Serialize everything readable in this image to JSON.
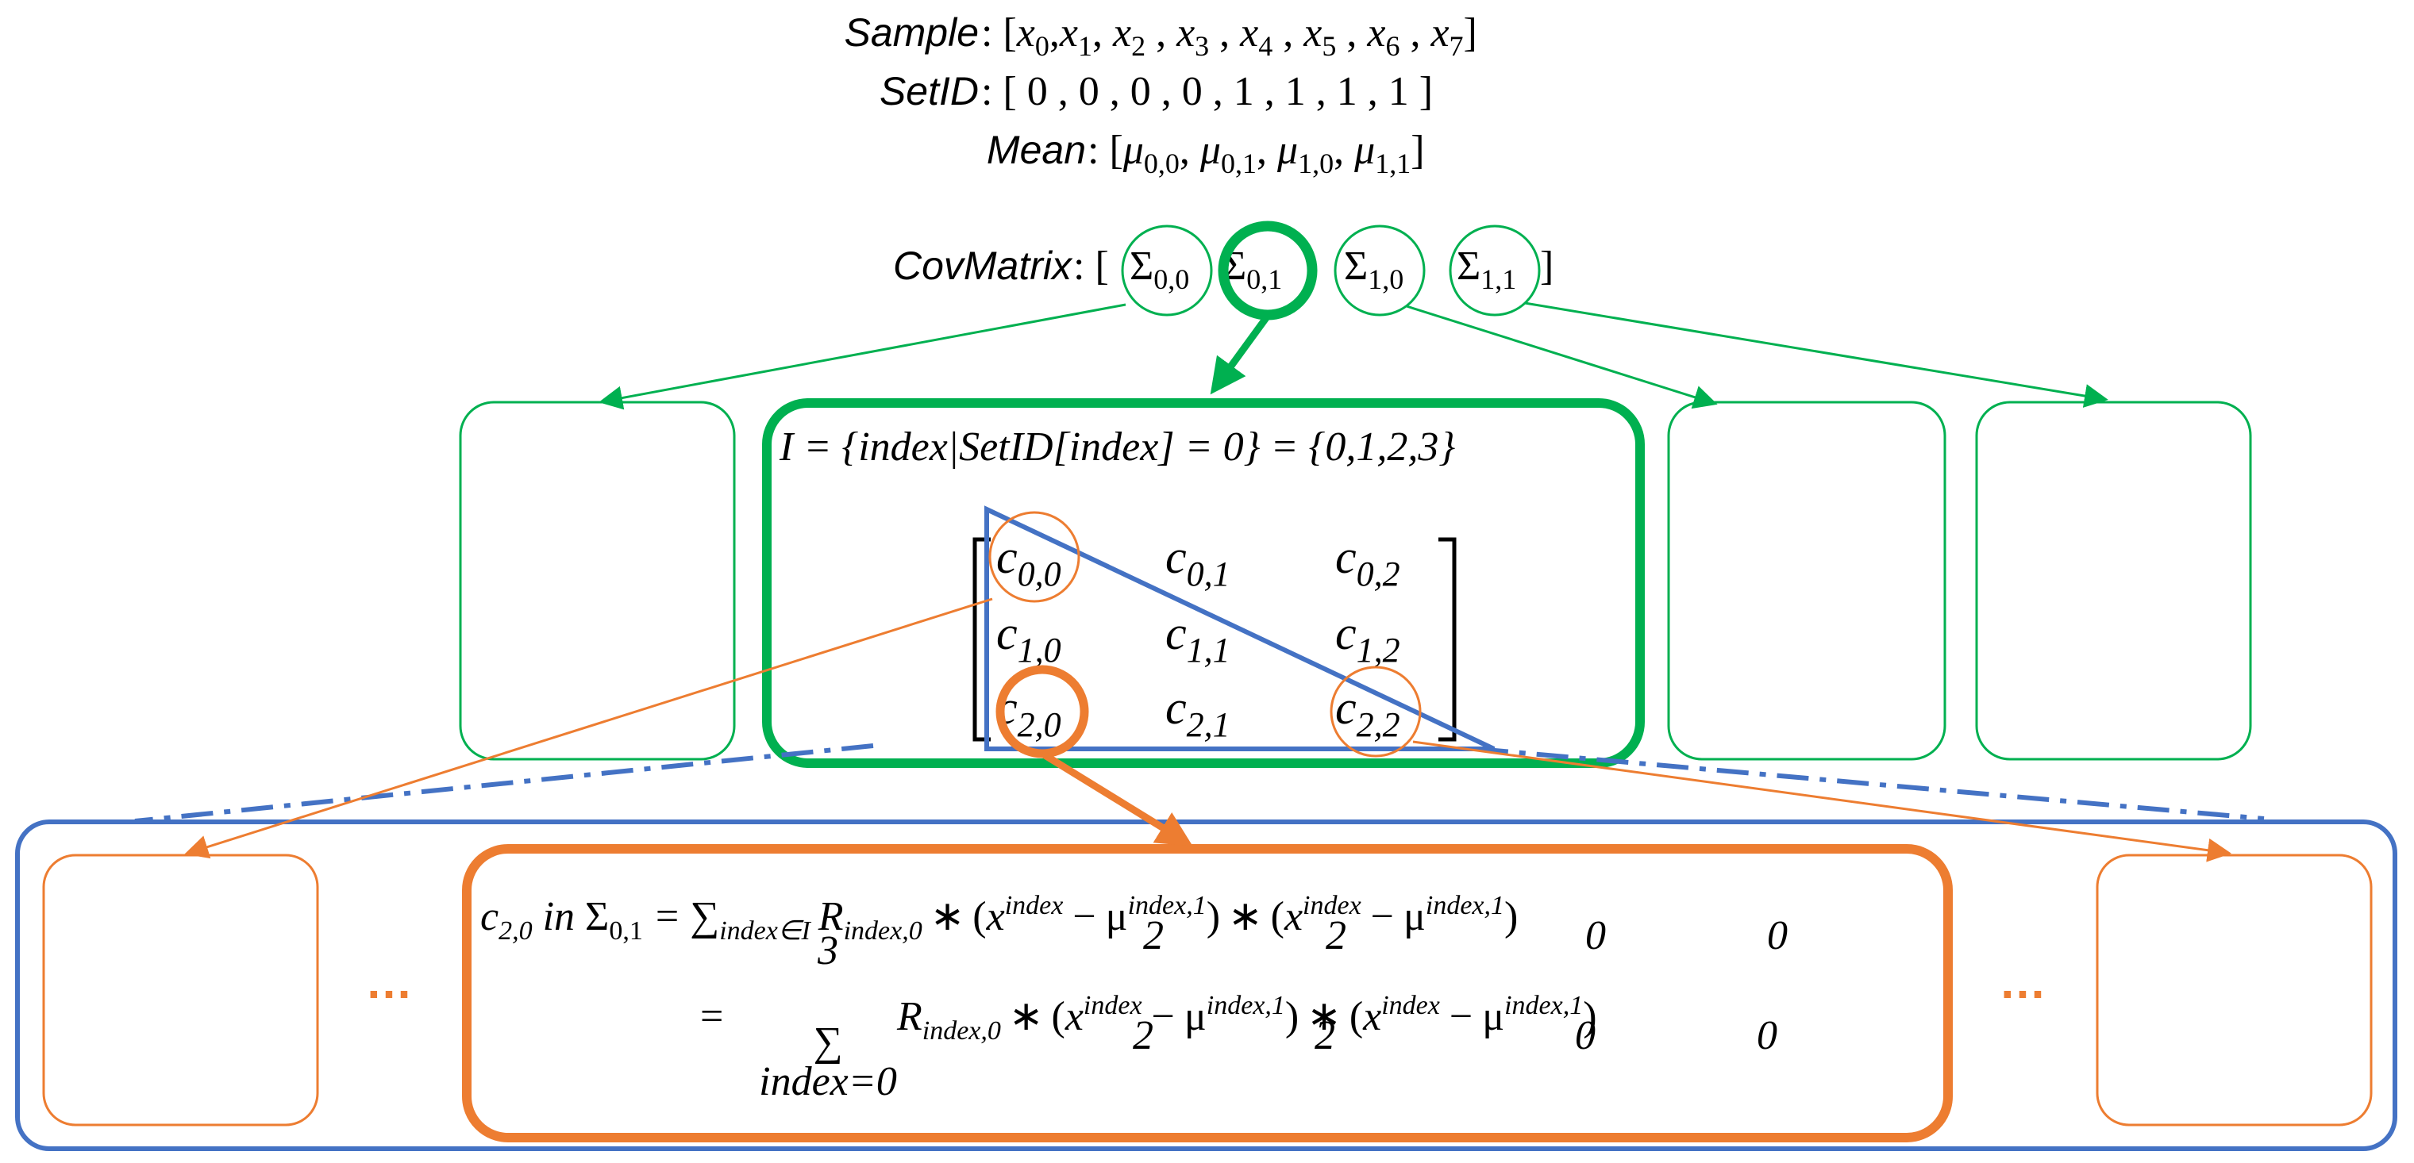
{
  "labels": {
    "sample": "Sample",
    "setid": "SetID",
    "mean": "Mean",
    "covmatrix": "CovMatrix"
  },
  "sample_row": {
    "sep": " : ",
    "open": "[",
    "close": "]",
    "items": [
      {
        "base": "x",
        "sub": "0"
      },
      {
        "base": "x",
        "sub": "1"
      },
      {
        "base": "x",
        "sub": "2"
      },
      {
        "base": "x",
        "sub": "3"
      },
      {
        "base": "x",
        "sub": "4"
      },
      {
        "base": "x",
        "sub": "5"
      },
      {
        "base": "x",
        "sub": "6"
      },
      {
        "base": "x",
        "sub": "7"
      }
    ]
  },
  "setid_row": {
    "sep": " : ",
    "text": "[ 0 , 0 , 0  ,  0  ,  1 ,  1  ,  1  ,  1 ]"
  },
  "mean_row": {
    "sep": " : ",
    "open": "[",
    "close": "]",
    "items": [
      {
        "base": "μ",
        "sub": "0,0"
      },
      {
        "base": "μ",
        "sub": "0,1"
      },
      {
        "base": "μ",
        "sub": "1,0"
      },
      {
        "base": "μ",
        "sub": "1,1"
      }
    ]
  },
  "cov_row": {
    "sep": " : ",
    "open": "[",
    "close": "]",
    "items": [
      {
        "base": "Σ",
        "sub": "0,0"
      },
      {
        "base": "Σ",
        "sub": "0,1"
      },
      {
        "base": "Σ",
        "sub": "1,0"
      },
      {
        "base": "Σ",
        "sub": "1,1"
      }
    ]
  },
  "index_set": {
    "text": "I = {index|SetID[index] = 0} = {0,1,2,3}"
  },
  "matrix": {
    "base": "c",
    "cells": [
      [
        "0,0",
        "0,1",
        "0,2"
      ],
      [
        "1,0",
        "1,1",
        "1,2"
      ],
      [
        "2,0",
        "2,1",
        "2,2"
      ]
    ]
  },
  "formula": {
    "lhs_base": "c",
    "lhs_sub": "2,0",
    "in_word": " in ",
    "sigma_base": "Σ",
    "sigma_sub": "0,1",
    "eq": "=",
    "sum_symbol": "∑",
    "sum_sub": "index∈I",
    "sum_upper": "3",
    "sum_lower": "index=0",
    "r_base": "R",
    "r_sub": "index,0",
    "times": "∗",
    "x2_sup": "index",
    "x2_sub": "2",
    "mu2_sup": "index,1",
    "mu2_sub": "2",
    "x0_sup": "index",
    "x0_sub": "0",
    "mu0_sup": "index,1",
    "mu0_sub": "0"
  },
  "ellipsis": "…",
  "colors": {
    "green": "#00B050",
    "blue": "#4472C4",
    "orange": "#ED7D31",
    "text": "#000000"
  }
}
